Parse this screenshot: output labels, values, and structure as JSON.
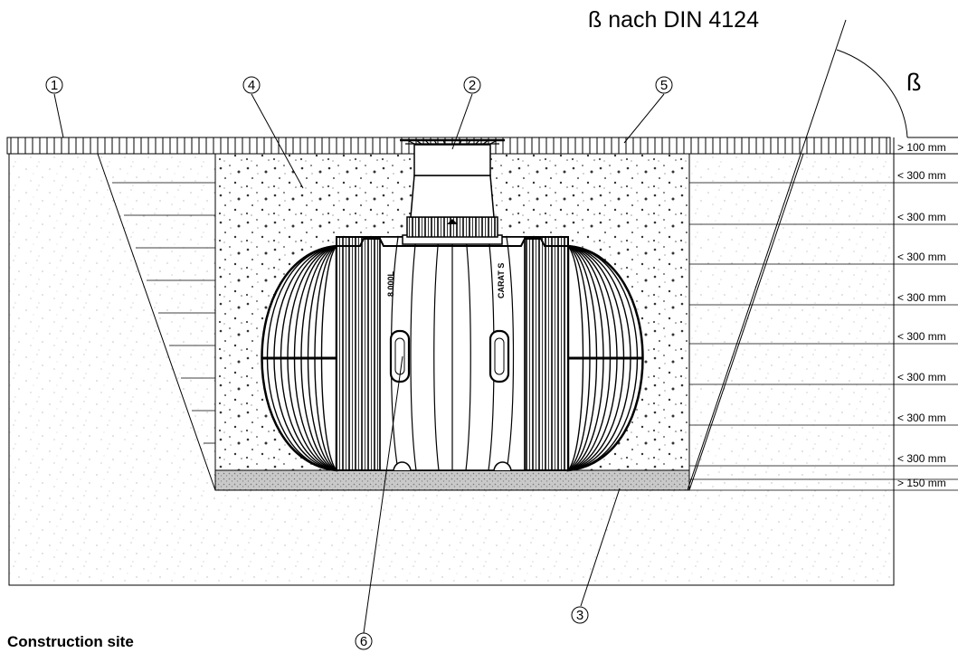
{
  "standard_label": "ß nach DIN  4124",
  "angle_symbol": "ß",
  "caption": "Construction site",
  "callouts": [
    "1",
    "2",
    "3",
    "4",
    "5",
    "6"
  ],
  "tank_text": [
    "8.000L",
    "CARAT S"
  ],
  "dimensions": [
    "> 100 mm",
    "< 300 mm",
    "< 300 mm",
    "< 300 mm",
    "< 300 mm",
    "< 300 mm",
    "< 300 mm",
    "< 300 mm",
    "< 300 mm",
    "> 150 mm"
  ],
  "colors": {
    "line": "#000000",
    "background": "#ffffff",
    "bedding": "#9a9a9a"
  }
}
